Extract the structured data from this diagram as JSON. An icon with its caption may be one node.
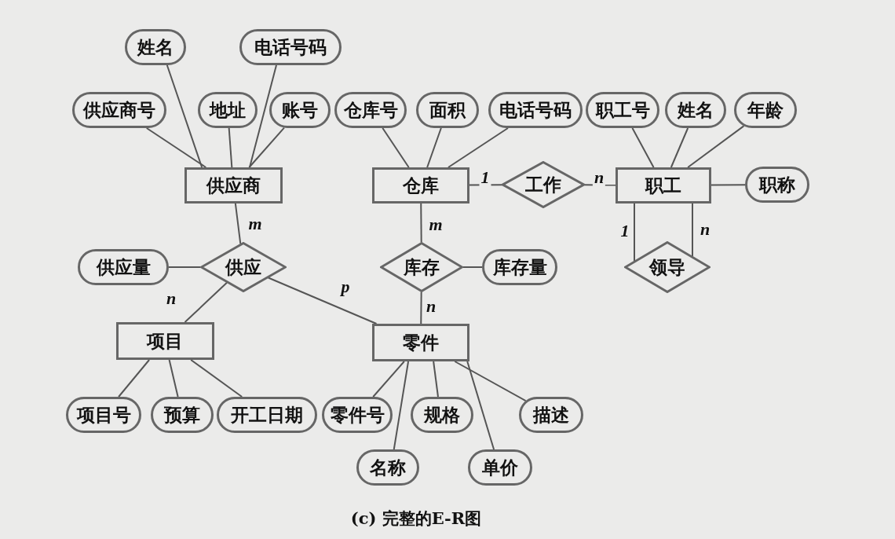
{
  "diagram": {
    "caption": "(c) 完整的E-R图",
    "nodes": [
      {
        "text": [
          "姓名"
        ]
      },
      {
        "text": [
          "电话号码"
        ]
      },
      {
        "text": [
          "供应商号"
        ]
      },
      {
        "text": [
          "地址"
        ]
      },
      {
        "text": [
          "账号"
        ]
      },
      {
        "text": [
          "仓库号"
        ]
      },
      {
        "text": [
          "面积"
        ]
      },
      {
        "text": [
          "电话号码"
        ]
      },
      {
        "text": [
          "职工号"
        ]
      },
      {
        "text": [
          "姓名"
        ]
      },
      {
        "text": [
          "年龄"
        ]
      },
      {
        "text": [
          "供应商"
        ]
      },
      {
        "text": [
          "仓库"
        ]
      },
      {
        "text": [
          "工作"
        ]
      },
      {
        "text": [
          "职工"
        ]
      },
      {
        "text": [
          "职称"
        ]
      },
      {
        "text": [
          "供应量"
        ]
      },
      {
        "text": [
          "供应"
        ]
      },
      {
        "text": [
          "库存"
        ]
      },
      {
        "text": [
          "库存量"
        ]
      },
      {
        "text": [
          "领导"
        ]
      },
      {
        "text": [
          "项目"
        ]
      },
      {
        "text": [
          "零件"
        ]
      },
      {
        "text": [
          "项目号"
        ]
      },
      {
        "text": [
          "预算"
        ]
      },
      {
        "text": [
          "开工日期"
        ]
      },
      {
        "text": [
          "零件号"
        ]
      },
      {
        "text": [
          "规格"
        ]
      },
      {
        "text": [
          "描述"
        ]
      },
      {
        "text": [
          "名称"
        ]
      },
      {
        "text": [
          "单价"
        ]
      }
    ],
    "edges": [
      {
        "from": 11,
        "to": 0,
        "arrow": "none"
      },
      {
        "from": 11,
        "to": 1,
        "arrow": "none"
      },
      {
        "from": 11,
        "to": 2,
        "arrow": "none"
      },
      {
        "from": 11,
        "to": 3,
        "arrow": "none"
      },
      {
        "from": 11,
        "to": 4,
        "arrow": "none"
      },
      {
        "from": 12,
        "to": 5,
        "arrow": "none"
      },
      {
        "from": 12,
        "to": 6,
        "arrow": "none"
      },
      {
        "from": 12,
        "to": 7,
        "arrow": "none"
      },
      {
        "from": 14,
        "to": 8,
        "arrow": "none"
      },
      {
        "from": 14,
        "to": 9,
        "arrow": "none"
      },
      {
        "from": 14,
        "to": 10,
        "arrow": "none"
      },
      {
        "from": 14,
        "to": 15,
        "arrow": "none"
      },
      {
        "from": 12,
        "to": 13,
        "arrow": "none",
        "label": "1"
      },
      {
        "from": 13,
        "to": 14,
        "arrow": "none",
        "label": "n"
      },
      {
        "from": 14,
        "to": 20,
        "arrow": "none",
        "label": "1"
      },
      {
        "from": 14,
        "to": 20,
        "arrow": "none",
        "label": "n"
      },
      {
        "from": 11,
        "to": 17,
        "arrow": "none",
        "label": "m"
      },
      {
        "from": 16,
        "to": 17,
        "arrow": "none"
      },
      {
        "from": 17,
        "to": 21,
        "arrow": "none",
        "label": "n"
      },
      {
        "from": 17,
        "to": 22,
        "arrow": "none",
        "label": "p"
      },
      {
        "from": 12,
        "to": 18,
        "arrow": "none",
        "label": "m"
      },
      {
        "from": 18,
        "to": 19,
        "arrow": "none"
      },
      {
        "from": 18,
        "to": 22,
        "arrow": "none",
        "label": "n"
      },
      {
        "from": 21,
        "to": 23,
        "arrow": "none"
      },
      {
        "from": 21,
        "to": 24,
        "arrow": "none"
      },
      {
        "from": 21,
        "to": 25,
        "arrow": "none"
      },
      {
        "from": 22,
        "to": 26,
        "arrow": "none"
      },
      {
        "from": 22,
        "to": 27,
        "arrow": "none"
      },
      {
        "from": 22,
        "to": 28,
        "arrow": "none"
      },
      {
        "from": 22,
        "to": 29,
        "arrow": "none"
      },
      {
        "from": 22,
        "to": 30,
        "arrow": "none"
      }
    ]
  }
}
